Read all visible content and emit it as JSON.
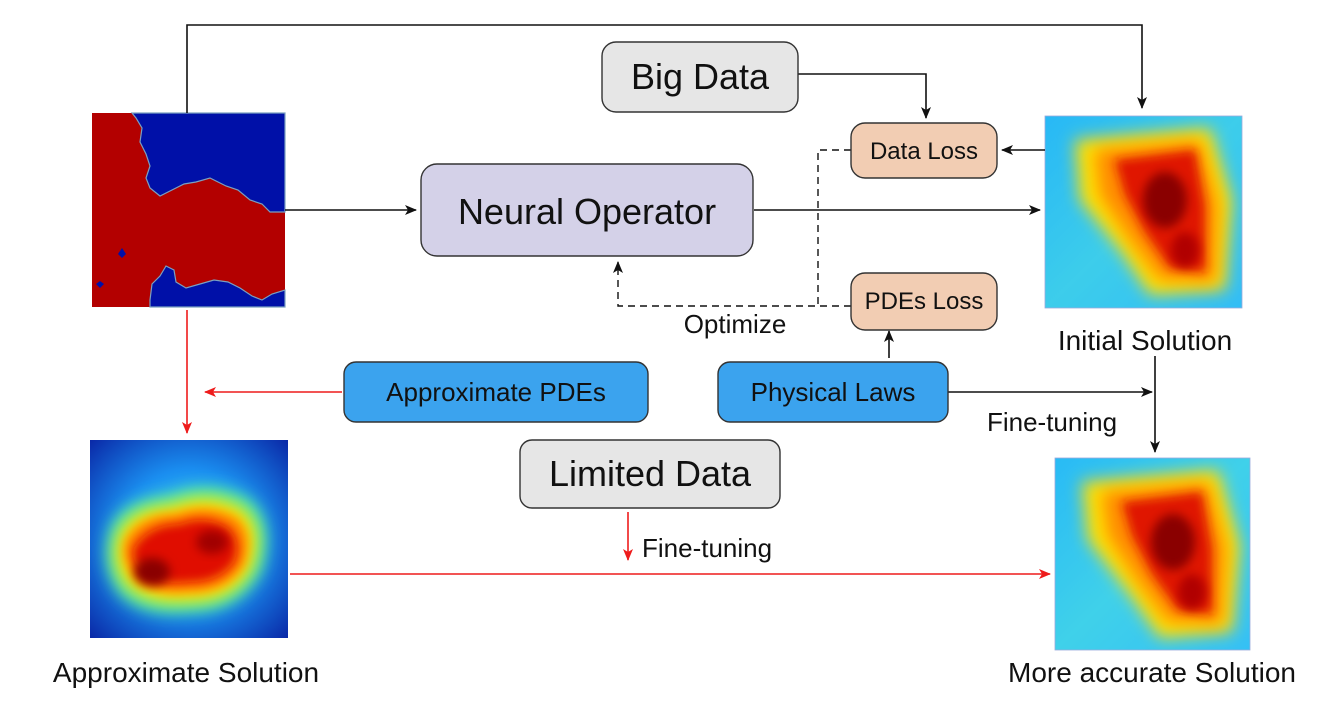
{
  "nodes": {
    "big_data": "Big Data",
    "neural_operator": "Neural Operator",
    "data_loss": "Data Loss",
    "pdes_loss": "PDEs Loss",
    "approximate_pdes": "Approximate PDEs",
    "physical_laws": "Physical Laws",
    "limited_data": "Limited Data"
  },
  "edge_labels": {
    "optimize": "Optimize",
    "fine_tuning_physics": "Fine-tuning",
    "fine_tuning_data": "Fine-tuning"
  },
  "captions": {
    "initial_solution": "Initial Solution",
    "approximate_solution": "Approximate Solution",
    "more_accurate_solution": "More accurate Solution"
  },
  "colors": {
    "gray_box": "#e6e6e6",
    "purple_box": "#d4d1e8",
    "loss_box": "#f2cdb3",
    "blue_box": "#3ba3ee",
    "red_arrow": "#ee1c1c",
    "black_arrow": "#111111",
    "field_red": "#b30000",
    "field_blue": "#0010a8"
  }
}
